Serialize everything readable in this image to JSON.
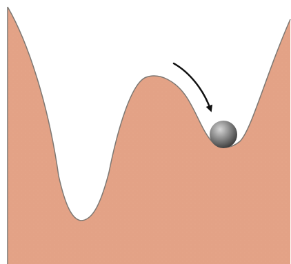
{
  "diagram": {
    "colors": {
      "background": "#ffffff",
      "terrain_fill": "#e3a286",
      "terrain_outline": "#7d7873",
      "ball_dark": "#3e3e3e",
      "ball_light": "#d6d6d6",
      "arrow": "#111111"
    },
    "terrain": {
      "description_id": "double-well-potential"
    },
    "ball": {
      "icon": "sphere"
    },
    "arrow": {
      "icon": "curved-arrow-down"
    }
  }
}
